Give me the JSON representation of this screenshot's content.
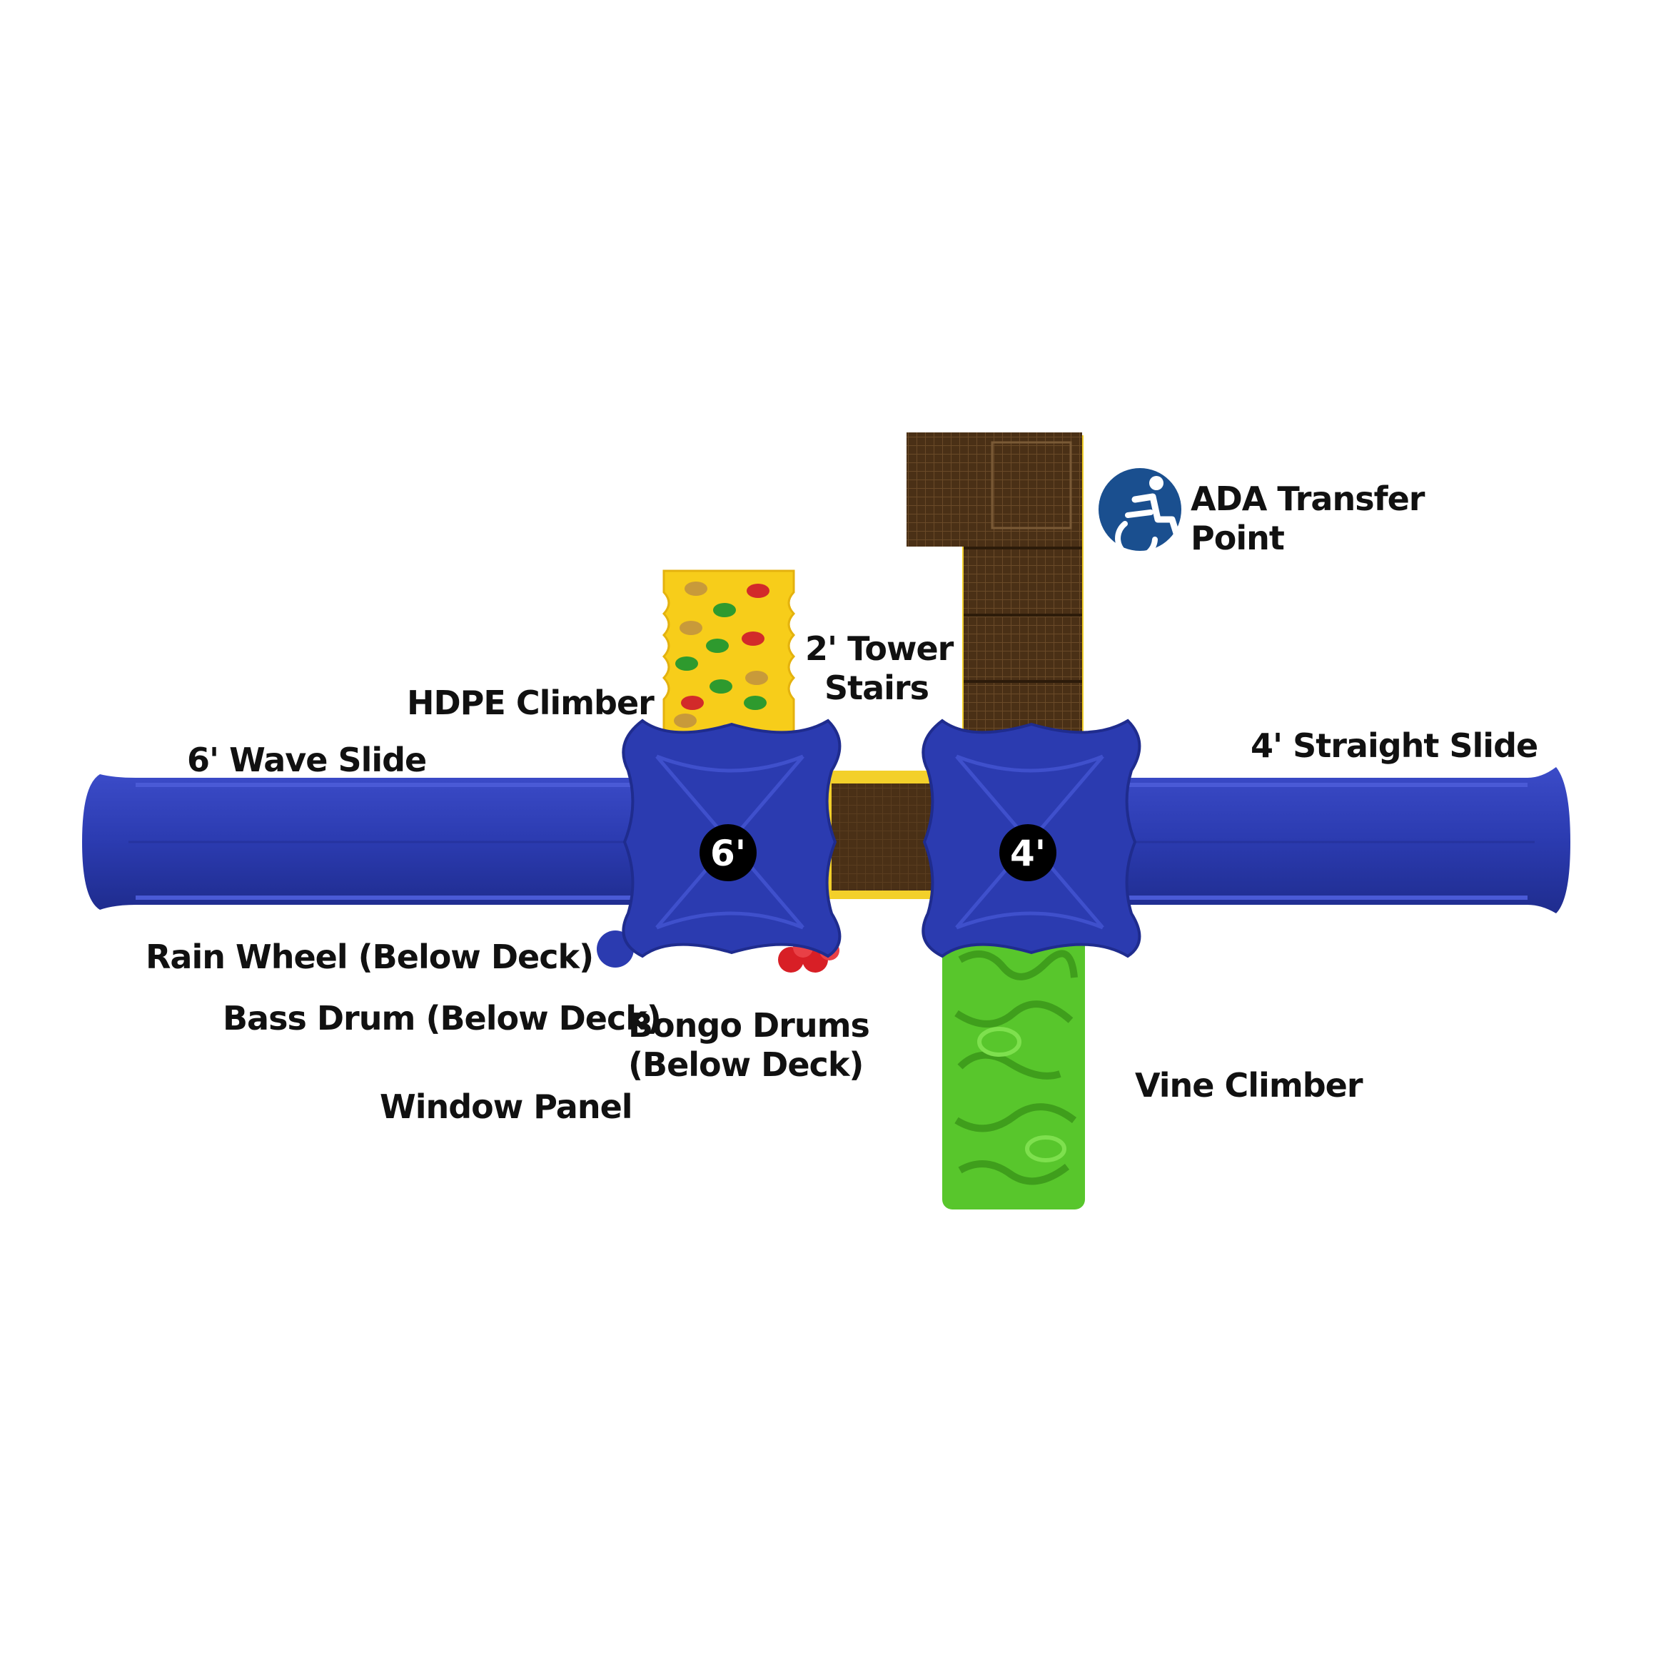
{
  "labels": {
    "ada_transfer_point": "ADA Transfer\nPoint",
    "tower_stairs": "2' Tower\nStairs",
    "hdpe_climber": "HDPE Climber",
    "wave_slide": "6' Wave Slide",
    "straight_slide": "4' Straight Slide",
    "rain_wheel": "Rain Wheel (Below Deck)",
    "bass_drum": "Bass Drum (Below Deck)",
    "bongo_drums": "Bongo Drums\n(Below Deck)",
    "window_panel": "Window Panel",
    "vine_climber": "Vine Climber"
  },
  "decks": {
    "left_height": "6'",
    "right_height": "4'"
  },
  "icons": {
    "ada": "wheelchair-accessible-icon"
  },
  "colors": {
    "slide_blue": "#2b3bb0",
    "deck_brown": "#4a3016",
    "climber_yellow": "#f7cd1a",
    "vine_green": "#58c62c",
    "ada_blue": "#1a4f8f",
    "label_black": "#111111"
  }
}
